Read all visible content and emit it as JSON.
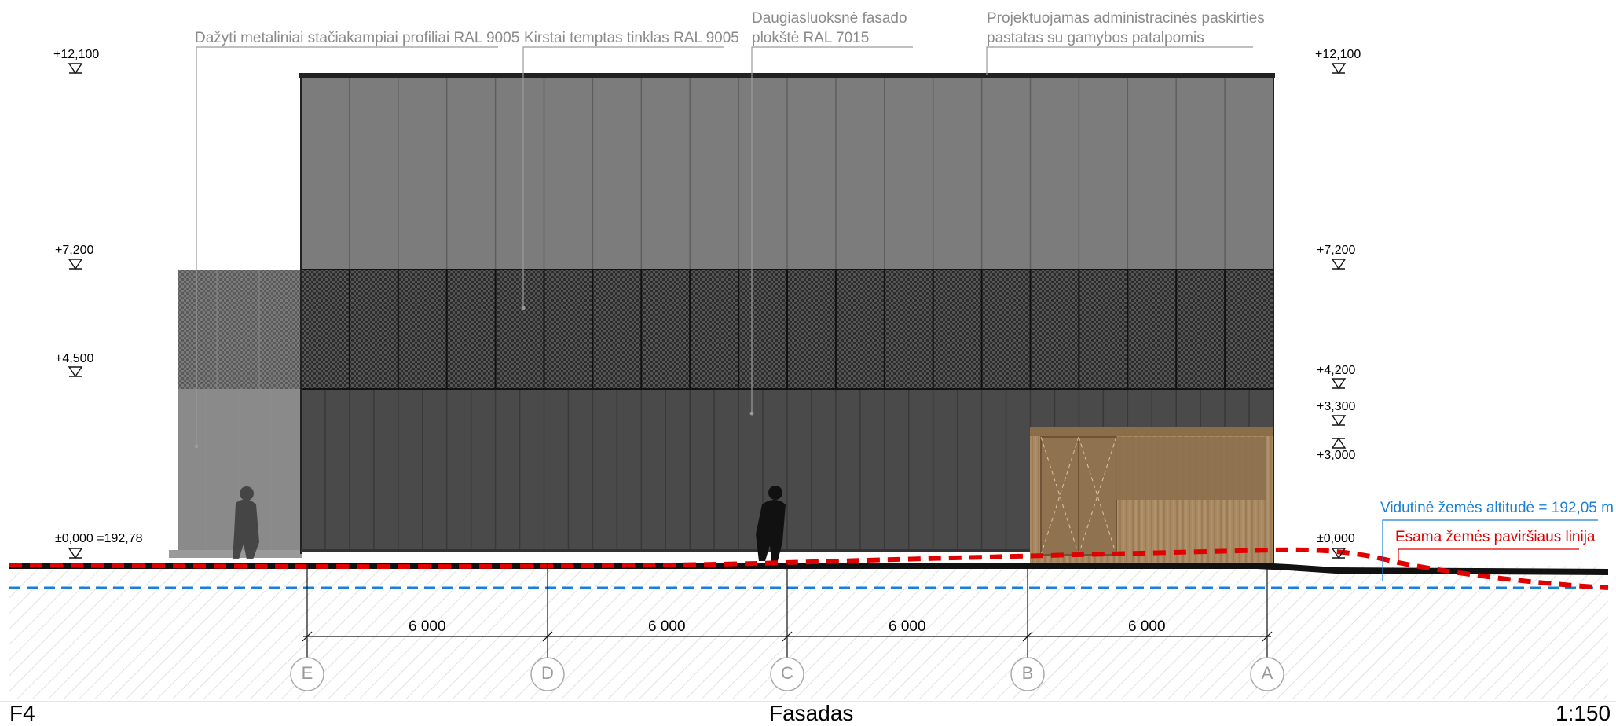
{
  "callouts": {
    "c1": "Dažyti metaliniai stačiakampiai profiliai RAL 9005",
    "c2": "Kirstai temptas tinklas RAL 9005",
    "c3a": "Daugiasluoksnė fasado",
    "c3b": "plokštė RAL 7015",
    "c4a": "Projektuojamas administracinės paskirties",
    "c4b": "pastatas su gamybos patalpomis"
  },
  "levels_left": {
    "l1": "+12,100",
    "l2": "+7,200",
    "l3": "+4,500",
    "l4": "±0,000 =192,78"
  },
  "levels_right": {
    "r1": "+12,100",
    "r2": "+7,200",
    "r3": "+4,200",
    "r4": "+3,300",
    "r5": "+3,000",
    "r6": "±0,000"
  },
  "dimensions": [
    "6 000",
    "6 000",
    "6 000",
    "6 000"
  ],
  "axes": [
    "E",
    "D",
    "C",
    "B",
    "A"
  ],
  "legend": {
    "avg_ground": "Vidutinė žemės altitudė = 192,05 m",
    "existing_ground": "Esama žemės paviršiaus linija"
  },
  "footer": {
    "sheet": "F4",
    "title": "Fasadas",
    "scale": "1:150"
  },
  "colors": {
    "existing_ground_line": "#e00000",
    "avg_ground_line": "#1a7fd6",
    "facade_panel": "#4a4a4a",
    "upper_cladding": "#7a7a7a",
    "mesh": "#2a2a2a",
    "wood": "#a8875f"
  }
}
